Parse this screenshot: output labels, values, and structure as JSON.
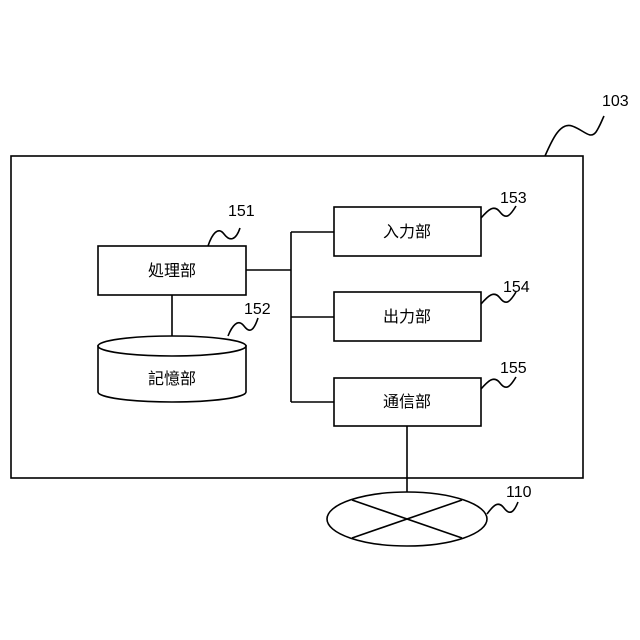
{
  "device": {
    "ref": "103"
  },
  "processing": {
    "label": "処理部",
    "ref": "151"
  },
  "storage": {
    "label": "記憶部",
    "ref": "152"
  },
  "input": {
    "label": "入力部",
    "ref": "153"
  },
  "output": {
    "label": "出力部",
    "ref": "154"
  },
  "communication": {
    "label": "通信部",
    "ref": "155"
  },
  "network": {
    "ref": "110"
  }
}
